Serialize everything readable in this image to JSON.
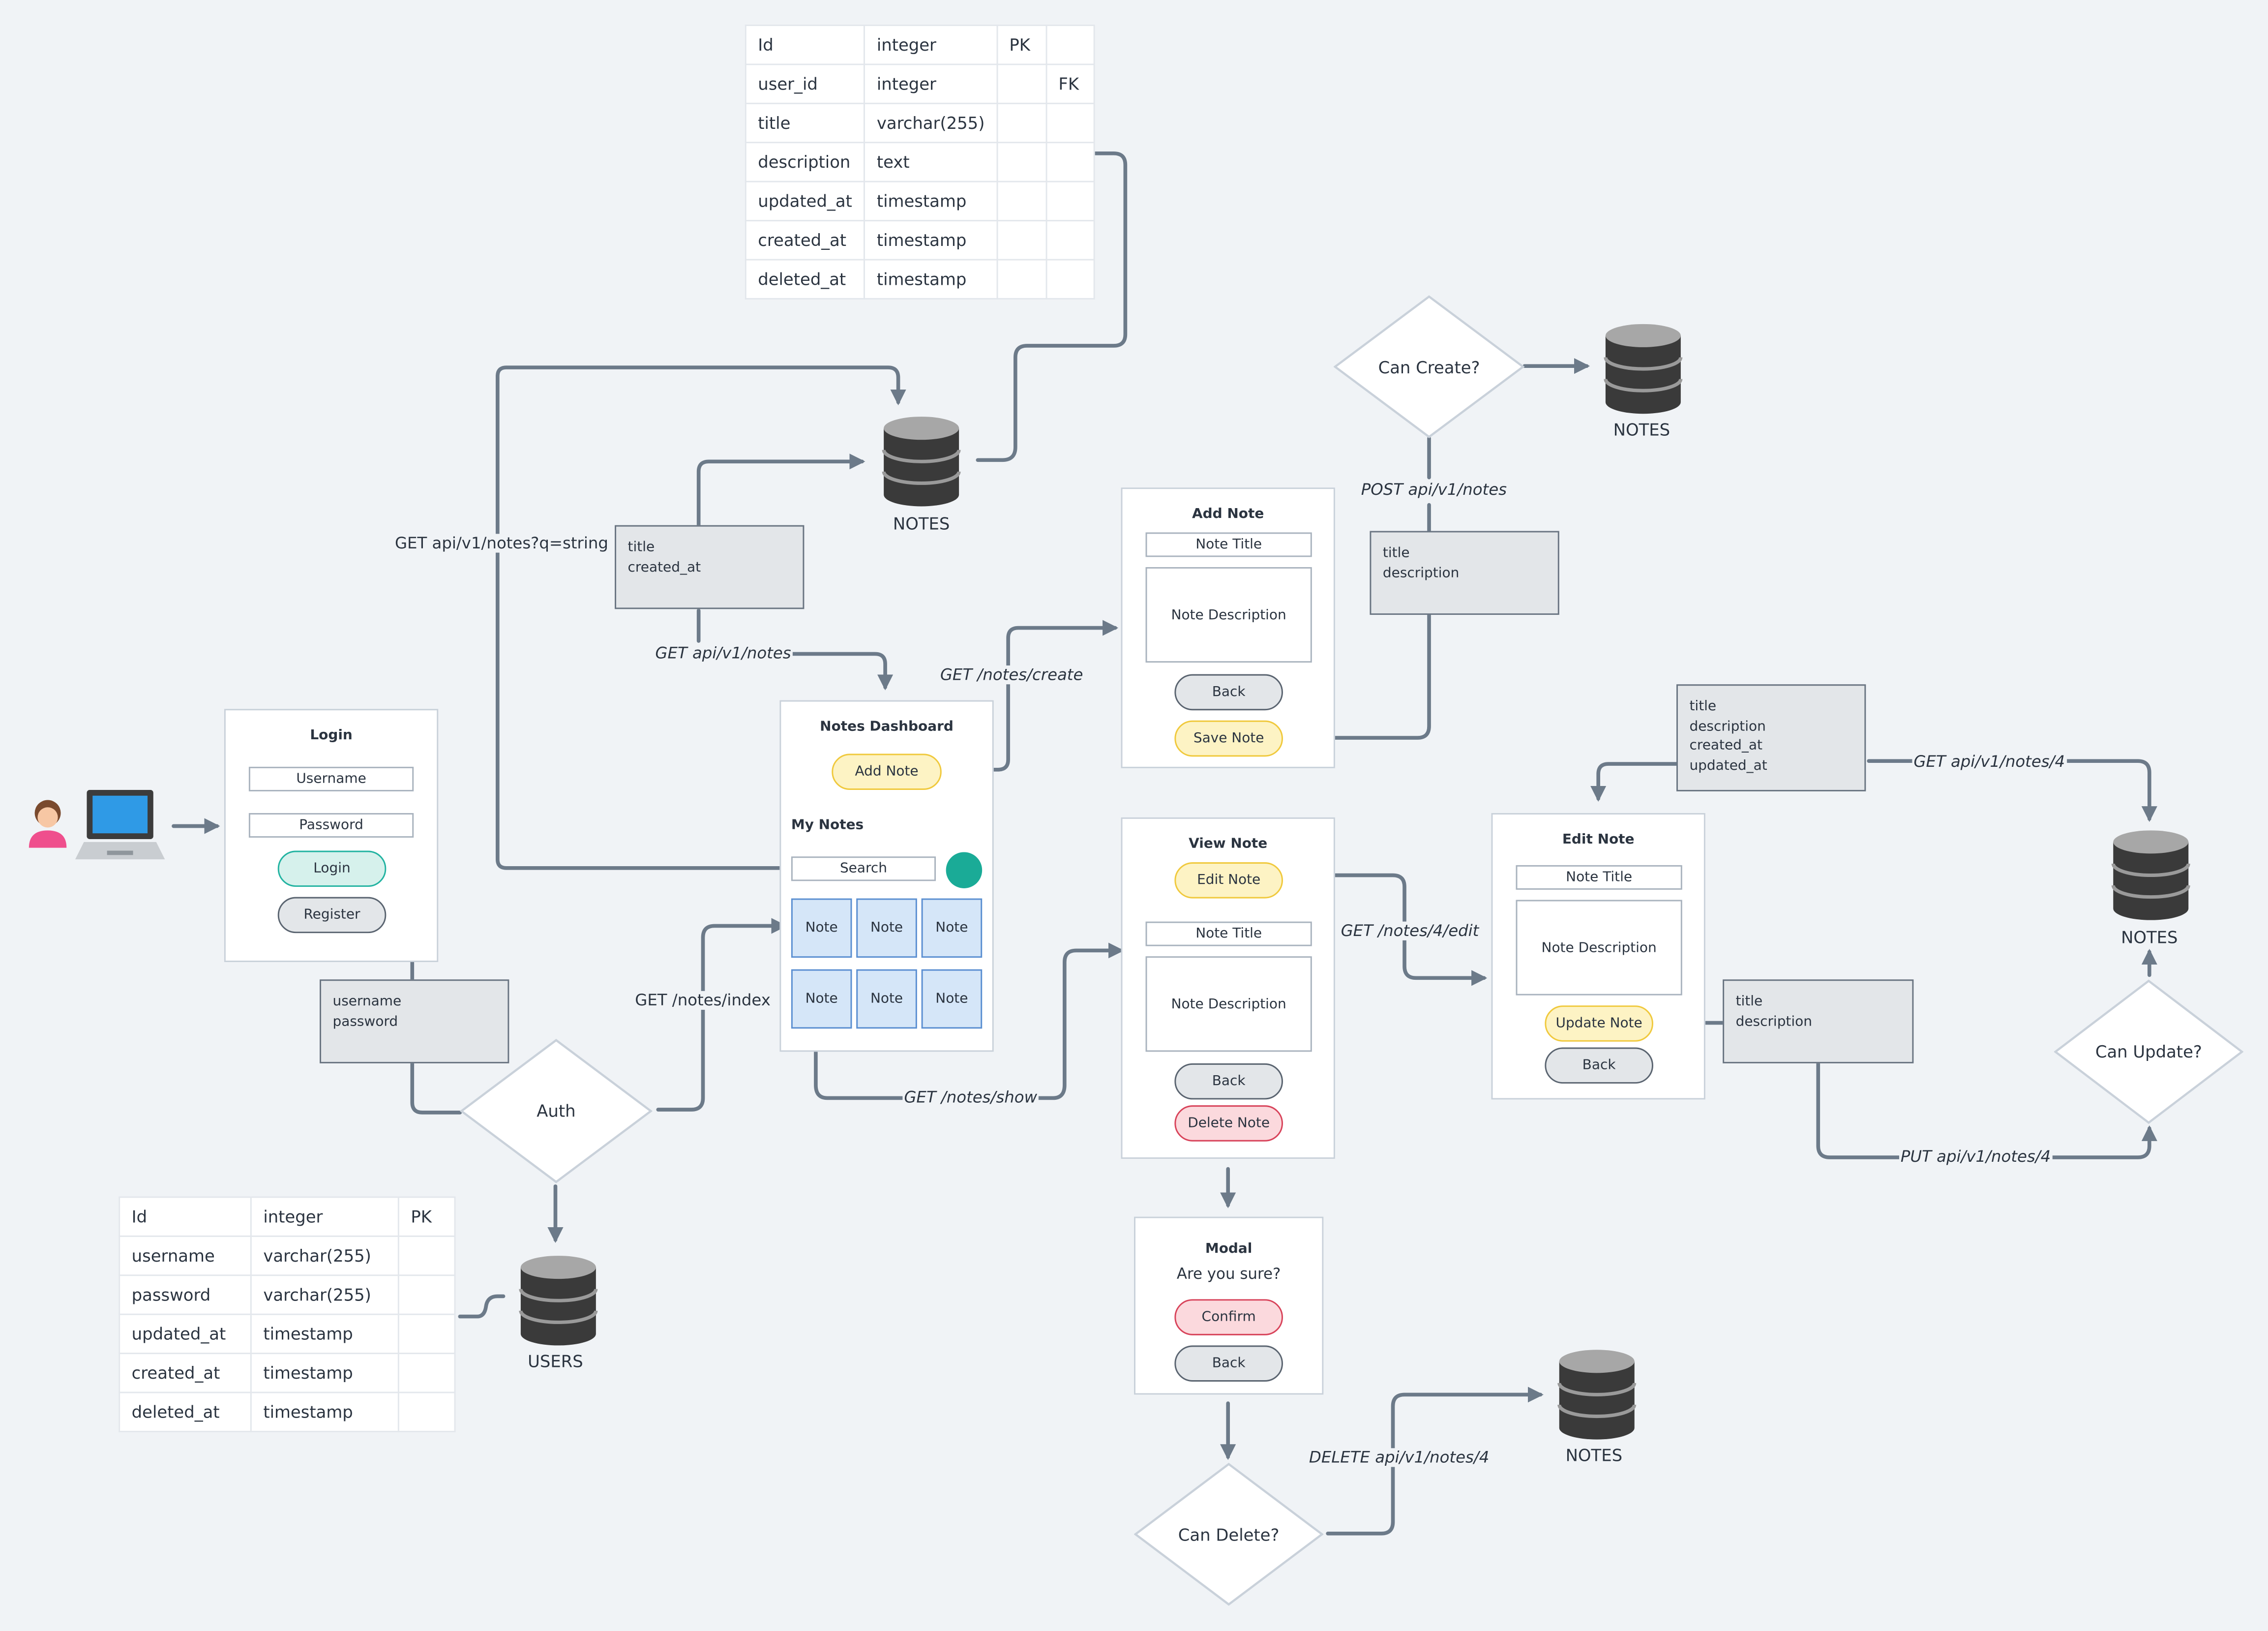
{
  "notes_table": [
    [
      "Id",
      "integer",
      "PK",
      ""
    ],
    [
      "user_id",
      "integer",
      "",
      "FK"
    ],
    [
      "title",
      "varchar(255)",
      "",
      ""
    ],
    [
      "description",
      "text",
      "",
      ""
    ],
    [
      "updated_at",
      "timestamp",
      "",
      ""
    ],
    [
      "created_at",
      "timestamp",
      "",
      ""
    ],
    [
      "deleted_at",
      "timestamp",
      "",
      ""
    ]
  ],
  "users_table": [
    [
      "Id",
      "integer",
      "PK"
    ],
    [
      "username",
      "varchar(255)",
      ""
    ],
    [
      "password",
      "varchar(255)",
      ""
    ],
    [
      "updated_at",
      "timestamp",
      ""
    ],
    [
      "created_at",
      "timestamp",
      ""
    ],
    [
      "deleted_at",
      "timestamp",
      ""
    ]
  ],
  "db_labels": {
    "notes_top": "NOTES",
    "notes_create": "NOTES",
    "notes_update": "NOTES",
    "notes_delete": "NOTES",
    "users": "USERS"
  },
  "login": {
    "title": "Login",
    "username": "Username",
    "password": "Password",
    "login_btn": "Login",
    "register_btn": "Register"
  },
  "dashboard": {
    "title": "Notes Dashboard",
    "add_note": "Add Note",
    "my_notes": "My Notes",
    "search": "Search",
    "notes": [
      "Note",
      "Note",
      "Note",
      "Note",
      "Note",
      "Note"
    ]
  },
  "add_note": {
    "title": "Add Note",
    "note_title": "Note Title",
    "note_description": "Note Description",
    "back": "Back",
    "save": "Save Note"
  },
  "view_note": {
    "title": "View Note",
    "edit": "Edit Note",
    "note_title": "Note Title",
    "note_description": "Note Description",
    "back": "Back",
    "delete": "Delete Note"
  },
  "edit_note": {
    "title": "Edit Note",
    "note_title": "Note Title",
    "note_description": "Note Description",
    "update": "Update Note",
    "back": "Back"
  },
  "modal": {
    "title": "Modal",
    "question": "Are you sure?",
    "confirm": "Confirm",
    "back": "Back"
  },
  "decisions": {
    "auth": "Auth",
    "can_create": "Can Create?",
    "can_update": "Can Update?",
    "can_delete": "Can Delete?"
  },
  "payloads": {
    "login": [
      "username",
      "password"
    ],
    "search": [
      "title",
      "created_at"
    ],
    "create": [
      "title",
      "description"
    ],
    "edit": [
      "title",
      "description",
      "created_at",
      "updated_at"
    ],
    "update": [
      "title",
      "description"
    ]
  },
  "edge_labels": {
    "search_query": "GET api/v1/notes?q=string",
    "get_notes": "GET api/v1/notes",
    "notes_create": "GET /notes/create",
    "post_notes": "POST api/v1/notes",
    "notes_index": "GET /notes/index",
    "notes_show": "GET /notes/show",
    "notes_edit": "GET /notes/4/edit",
    "get_note_4": "GET api/v1/notes/4",
    "put_note_4": "PUT api/v1/notes/4",
    "delete_note_4": "DELETE api/v1/notes/4"
  },
  "colors": {
    "background": "#f0f3f6",
    "edge": "#6c7a89",
    "db": "#3a3a3a",
    "note_fill": "#d5e6f8",
    "teal_dot": "#1aab97"
  }
}
